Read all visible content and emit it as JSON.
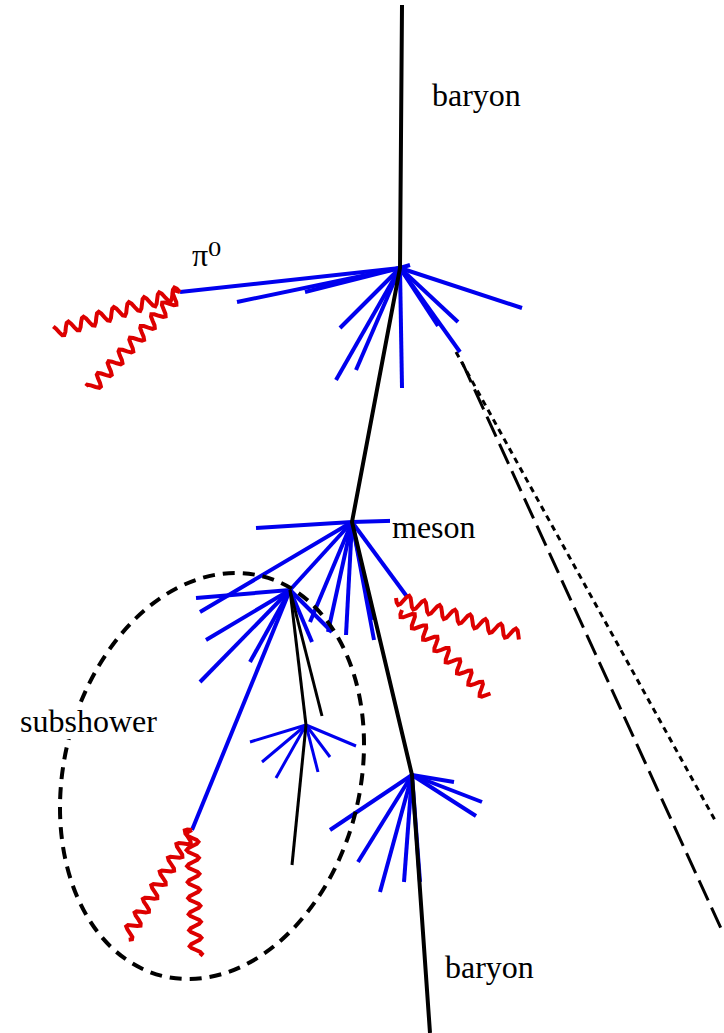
{
  "diagram": {
    "labels": [
      "baryon",
      "π⁰",
      "meson",
      "subshower",
      "baryon"
    ]
  }
}
